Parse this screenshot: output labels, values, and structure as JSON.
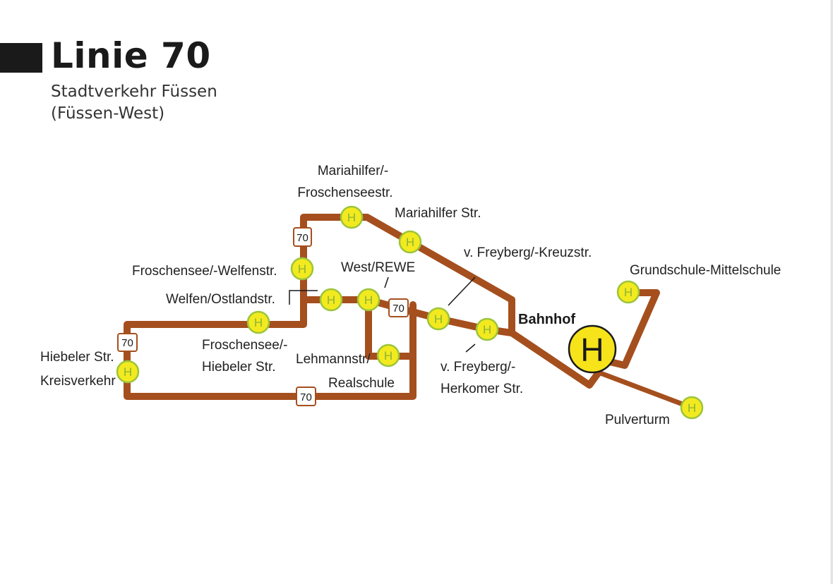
{
  "header": {
    "title": "Linie 70",
    "subtitle_line1": "Stadtverkehr Füssen",
    "subtitle_line2": "(Füssen-West)"
  },
  "colors": {
    "route": "#a54f1e",
    "stop_fill": "#f2ea1f",
    "stop_border": "#9cc43a",
    "stop_letter": "#8ab43a",
    "main_stop_fill": "#f6e31a",
    "header_block": "#1a1a1a"
  },
  "route_badge": "70",
  "stop_icon_letter": "H",
  "stops": [
    {
      "name_line1": "Mariahilfer/-",
      "name_line2": "Froschenseestr."
    },
    {
      "name_line1": "Mariahilfer Str.",
      "name_line2": ""
    },
    {
      "name_line1": "v. Freyberg/-Kreuzstr.",
      "name_line2": ""
    },
    {
      "name_line1": "Froschensee/-Welfenstr.",
      "name_line2": ""
    },
    {
      "name_line1": "West/REWE",
      "name_line2": ""
    },
    {
      "name_line1": "Welfen/Ostlandstr.",
      "name_line2": ""
    },
    {
      "name_line1": "Froschensee/-",
      "name_line2": "Hiebeler Str."
    },
    {
      "name_line1": "Hiebeler Str.",
      "name_line2": "Kreisverkehr"
    },
    {
      "name_line1": "Lehmannstr/",
      "name_line2": "Realschule"
    },
    {
      "name_line1": "v. Freyberg/-",
      "name_line2": "Herkomer Str."
    },
    {
      "name_line1": "Bahnhof",
      "name_line2": ""
    },
    {
      "name_line1": "Grundschule-Mittelschule",
      "name_line2": ""
    },
    {
      "name_line1": "Pulverturm",
      "name_line2": ""
    }
  ]
}
